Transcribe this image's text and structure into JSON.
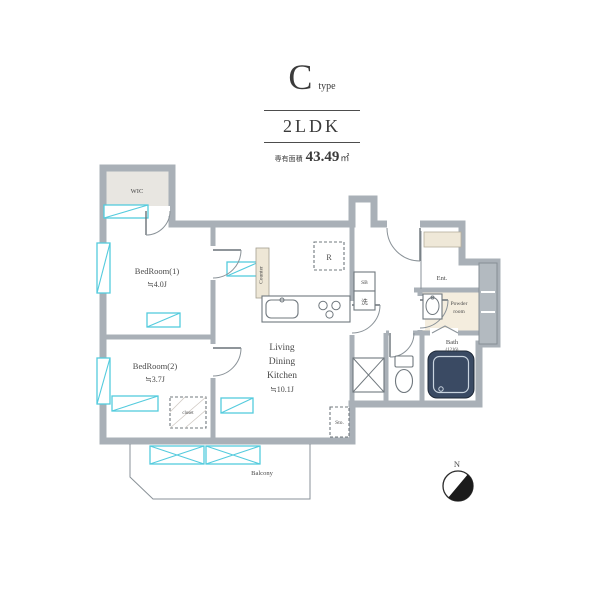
{
  "header": {
    "type_letter": "C",
    "type_suffix": "type",
    "layout_type": "2LDK",
    "area_label": "専有面積",
    "area_value": "43.49",
    "area_unit": "㎡"
  },
  "plan": {
    "wic_label": "WIC",
    "bedroom1": {
      "name": "BedRoom(1)",
      "size": "≒4.0J"
    },
    "bedroom2": {
      "name": "BedRoom(2)",
      "size": "≒3.7J"
    },
    "ldk": {
      "line1": "Living",
      "line2": "Dining",
      "line3": "Kitchen",
      "size": "≒10.1J"
    },
    "entrance_label": "Ent.",
    "powder": {
      "line1": "Powder",
      "line2": "room"
    },
    "bath": {
      "line1": "Bath",
      "line2": "(1216)"
    },
    "balcony_label": "Balcony",
    "closet_label": "closet",
    "counter_label": "Counter",
    "fridge_label": "R",
    "shoebox_label": "SB",
    "washer_label": "洗",
    "storage_label": "Sto.",
    "compass_label": "N"
  },
  "colors": {
    "wall": "#a9b0b7",
    "window": "#54cbdd",
    "tub": "#3a4a63",
    "powder_floor": "#f4edde",
    "wic_floor": "#e8e6e1",
    "counter_fill": "#eee7d6"
  }
}
